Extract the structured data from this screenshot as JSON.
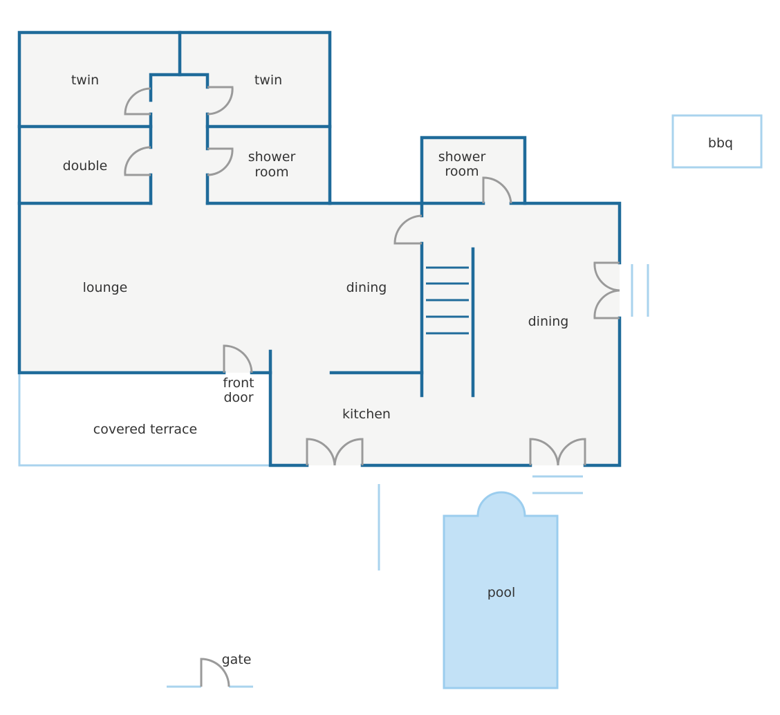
{
  "colors": {
    "wall": "#1f6b9a",
    "outdoor_line": "#a9d3ee",
    "floor": "#f5f5f4",
    "pool_fill": "#c2e1f6",
    "pool_stroke": "#9bcdee",
    "door": "#9a9a9a",
    "text": "#333333"
  },
  "rooms": {
    "twin_left": "twin",
    "twin_right": "twin",
    "double": "double",
    "shower_room_1_line1": "shower",
    "shower_room_1_line2": "room",
    "shower_room_2_line1": "shower",
    "shower_room_2_line2": "room",
    "lounge": "lounge",
    "dining_left": "dining",
    "dining_right": "dining",
    "kitchen": "kitchen",
    "front_door_line1": "front",
    "front_door_line2": "door",
    "covered_terrace": "covered terrace",
    "bbq": "bbq",
    "pool": "pool",
    "gate": "gate"
  }
}
